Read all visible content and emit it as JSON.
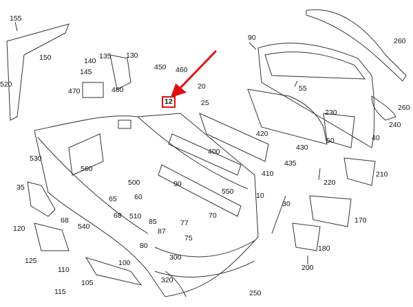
{
  "highlight_color": "#e01010",
  "highlighted_part": "12",
  "callouts": [
    "155",
    "150",
    "520",
    "140",
    "135",
    "130",
    "145",
    "470",
    "480",
    "450",
    "460",
    "12",
    "20",
    "25",
    "90",
    "260",
    "55",
    "260",
    "230",
    "240",
    "40",
    "50",
    "420",
    "430",
    "435",
    "410",
    "400",
    "530",
    "560",
    "500",
    "90",
    "550",
    "10",
    "220",
    "210",
    "35",
    "65",
    "60",
    "68",
    "510",
    "85",
    "77",
    "70",
    "30",
    "170",
    "68",
    "540",
    "120",
    "125",
    "87",
    "75",
    "80",
    "180",
    "110",
    "115",
    "105",
    "100",
    "300",
    "320",
    "250",
    "200"
  ]
}
